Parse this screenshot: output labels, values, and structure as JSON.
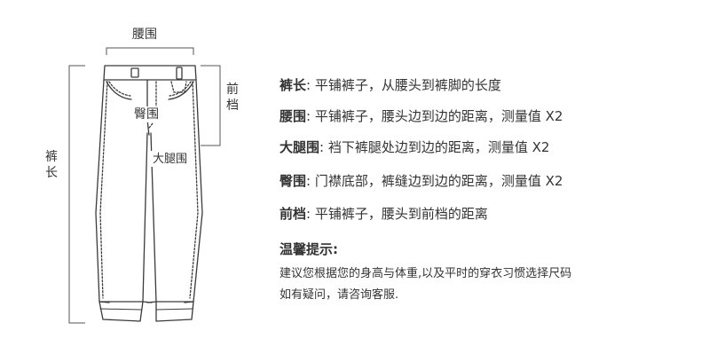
{
  "diagram": {
    "labels": {
      "waist": "腰围",
      "front_rise": "前档",
      "hip": "臀围",
      "thigh": "大腿围",
      "length": "裤长"
    }
  },
  "definitions": [
    {
      "term": "裤长",
      "desc": ": 平铺裤子，从腰头到裤脚的长度"
    },
    {
      "term": "腰围",
      "desc": ": 平铺裤子，腰头边到边的距离，测量值 X2"
    },
    {
      "term": "大腿围",
      "desc": ": 裆下裤腿处边到边的距离，测量值 X2"
    },
    {
      "term": "臀围",
      "desc": ": 门襟底部，裤缝边到边的距离，测量值 X2"
    },
    {
      "term": "前档",
      "desc": ": 平铺裤子，腰头到前档的距离"
    }
  ],
  "tips": {
    "title": "温馨提示:",
    "lines": [
      "建议您根据您的身高与体重,以及平时的穿衣习惯选择尺码",
      "如有疑问，请咨询客服."
    ]
  }
}
